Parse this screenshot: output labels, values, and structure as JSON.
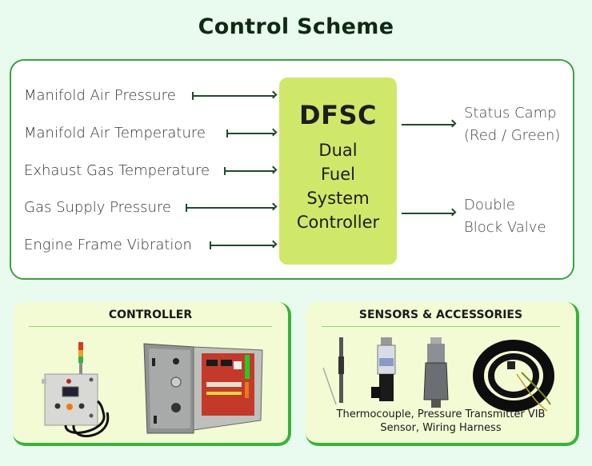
{
  "title": "Control Scheme",
  "scheme": {
    "inputs": [
      {
        "label": "Manifold Air Pressure"
      },
      {
        "label": "Manifold Air Temperature"
      },
      {
        "label": "Exhaust Gas Temperature"
      },
      {
        "label": "Gas Supply Pressure"
      },
      {
        "label": "Engine Frame Vibration"
      }
    ],
    "controller": {
      "abbreviation": "DFSC",
      "name_lines": [
        "Dual",
        "Fuel",
        "System",
        "Controller"
      ]
    },
    "outputs": [
      {
        "lines": [
          "Status Camp",
          "(Red / Green)"
        ]
      },
      {
        "lines": [
          "Double",
          "Block Valve"
        ]
      }
    ]
  },
  "panels": {
    "controller": {
      "title": "CONTROLLER",
      "images": [
        "control-box-with-signal-tower",
        "open-control-cabinet"
      ]
    },
    "sensors": {
      "title": "SENSORS & ACCESSORIES",
      "images": [
        "thermocouple",
        "pressure-transmitter",
        "vibration-sensor",
        "wiring-harness"
      ],
      "caption_lines": [
        "Thermocouple, Pressure Transmitter VIB",
        "Sensor, Wiring Harness"
      ]
    }
  },
  "colors": {
    "accent_green": "#3aa33f",
    "controller_box": "#cfe86a",
    "page_background": "#e9fbef",
    "panel_background": "#f3fbd5"
  }
}
